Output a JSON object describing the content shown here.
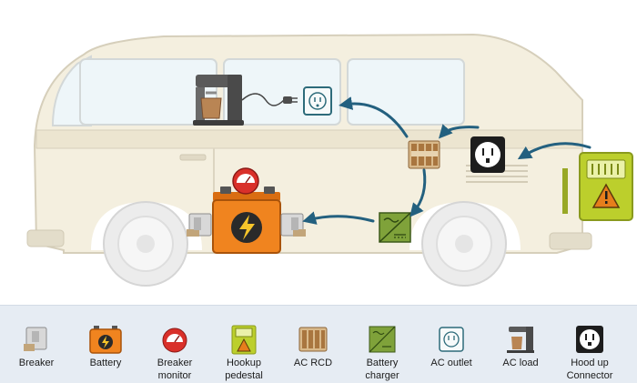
{
  "colors": {
    "van_body": "#f4efdf",
    "van_outline": "#d6cfbb",
    "window": "#eef6f9",
    "arrow": "#23607f",
    "legend_bg": "#e6ecf3",
    "battery": "#f0841f",
    "charger": "#7fa23a",
    "pedestal": "#bccf2c",
    "monitor": "#d9302a"
  },
  "legend": [
    {
      "label": "Breaker",
      "icon": "breaker-icon"
    },
    {
      "label": "Battery",
      "icon": "battery-icon"
    },
    {
      "label": "Breaker\nmonitor",
      "icon": "breaker-monitor-icon"
    },
    {
      "label": "Hookup\npedestal",
      "icon": "hookup-pedestal-icon"
    },
    {
      "label": "AC RCD",
      "icon": "ac-rcd-icon"
    },
    {
      "label": "Battery\ncharger",
      "icon": "battery-charger-icon"
    },
    {
      "label": "AC outlet",
      "icon": "ac-outlet-icon"
    },
    {
      "label": "AC load",
      "icon": "ac-load-icon"
    },
    {
      "label": "Hood up\nConnector",
      "icon": "hood-up-connector-icon"
    }
  ]
}
